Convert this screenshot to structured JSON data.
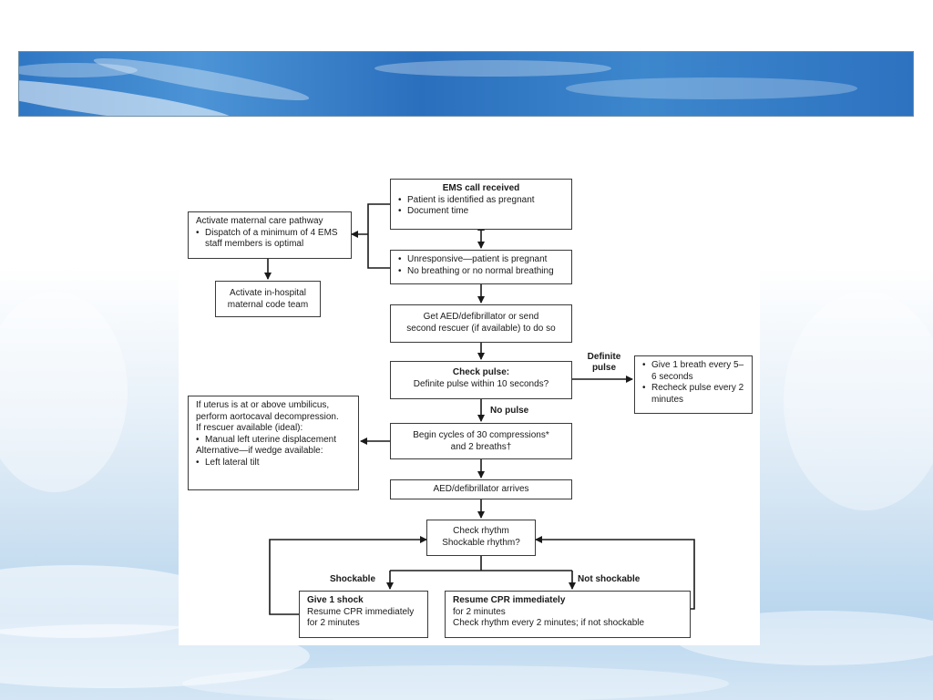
{
  "flowchart": {
    "ems_call": {
      "title": "EMS call received",
      "bullets": [
        "Patient is identified as pregnant",
        "Document time"
      ]
    },
    "maternal_pathway": {
      "title": "Activate maternal care pathway",
      "bullets": [
        "Dispatch of a minimum of 4 EMS staff members is optimal"
      ]
    },
    "code_team": {
      "line1": "Activate in-hospital",
      "line2": "maternal code team"
    },
    "unresponsive": {
      "bullets": [
        "Unresponsive—patient is pregnant",
        "No breathing or no normal breathing"
      ]
    },
    "get_aed": {
      "line1": "Get AED/defibrillator or send",
      "line2": "second rescuer (if available) to do so"
    },
    "check_pulse": {
      "title": "Check pulse:",
      "line2": "Definite pulse within 10 seconds?"
    },
    "definite_pulse_label": {
      "line1": "Definite",
      "line2": "pulse"
    },
    "give_breath": {
      "bullets": [
        "Give 1 breath every 5–6 seconds",
        "Recheck pulse every 2 minutes"
      ]
    },
    "no_pulse_label": "No pulse",
    "uterus": {
      "line1": "If uterus is at or above umbilicus,",
      "line2": "perform aortocaval decompression.",
      "line3": "If rescuer available (ideal):",
      "bullet1": "Manual left uterine displacement",
      "line4": "Alternative—if wedge available:",
      "bullet2": "Left lateral tilt"
    },
    "begin_cycles": {
      "line1": "Begin cycles of 30 compressions*",
      "line2": "and 2 breaths†"
    },
    "aed_arrives": "AED/defibrillator arrives",
    "check_rhythm": {
      "line1": "Check rhythm",
      "line2": "Shockable rhythm?"
    },
    "shockable_label": "Shockable",
    "not_shockable_label": "Not shockable",
    "give_shock": {
      "title": "Give 1 shock",
      "line2": "Resume CPR immediately",
      "line3": "for 2 minutes"
    },
    "resume_cpr": {
      "title": "Resume CPR immediately",
      "line2": "for 2 minutes",
      "line3": "Check rhythm every 2 minutes; if not shockable"
    }
  }
}
